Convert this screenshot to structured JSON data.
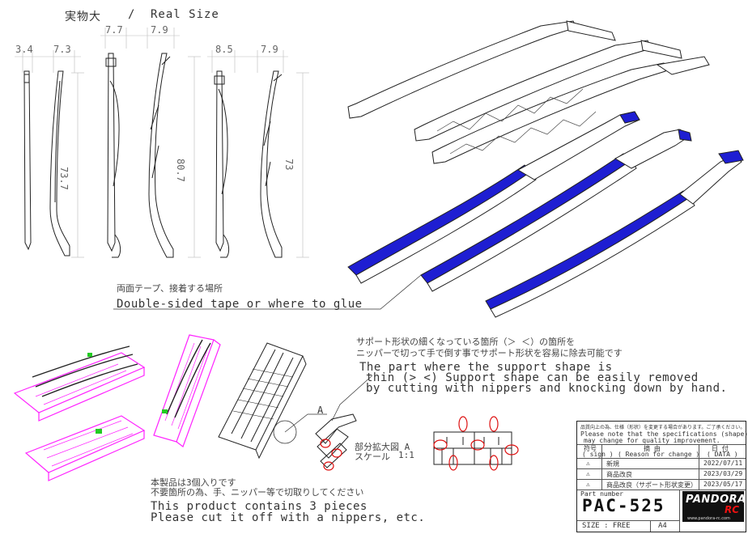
{
  "header": {
    "scale_label_jp": "実物大",
    "separator": "/",
    "scale_label_en": "Real Size"
  },
  "dimensions": {
    "top_widths": [
      "3.4",
      "7.3",
      "7.7",
      "7.9",
      "8.5",
      "7.9"
    ],
    "heights": [
      "73.7",
      "80.7",
      "73"
    ]
  },
  "tape_note": {
    "jp": "両面テープ、接着する場所",
    "en": "Double-sided tape or where to glue"
  },
  "support_note": {
    "jp_line1": "サポート形状の細くなっている箇所（＞ ＜）の箇所を",
    "jp_line2": "ニッパーで切って手で倒す事でサポート形状を容易に除去可能です",
    "en_line1": "The part where the support shape is",
    "en_line2": "thin (> <) Support shape can be easily removed",
    "en_line3": "by cutting with nippers and knocking down by hand."
  },
  "detail": {
    "marker": "A",
    "label_jp": "部分拡大図 A",
    "scale_jp": "スケール",
    "scale_value": "1:1"
  },
  "pieces_note": {
    "jp_line1": "本製品は3個入りです",
    "jp_line2": "不要箇所の為、手、ニッパー等で切取りしてください",
    "en_line1": "This product contains 3 pieces",
    "en_line2": "Please cut it off with a nippers, etc."
  },
  "title_block": {
    "notice_jp": "品質向上の為、仕様（形状）を変更する場合があります。ご了承ください。",
    "notice_en_1": "Please note that the specifications (shape)",
    "notice_en_2": "may change for quality improvement.",
    "col_sign_jp": "符号",
    "col_sign_en": "( sign )",
    "col_reason_jp": "摘 由",
    "col_reason_en": "( Reason for change )",
    "col_date_jp": "日 付",
    "col_date_en": "( DATA )",
    "revisions": [
      {
        "reason": "新規",
        "date": "2022/07/11"
      },
      {
        "reason": "商品改良",
        "date": "2023/03/29"
      },
      {
        "reason": "商品改良（サポート形状変更）",
        "date": "2023/05/17"
      }
    ],
    "part_number_label": "Part number",
    "part_number": "PAC-525",
    "size_label": "SIZE : FREE",
    "paper": "A4",
    "logo_main": "PANDORA",
    "logo_sub": "RC",
    "logo_url": "www.pandora-rc.com"
  },
  "colors": {
    "tape_blue": "#1e1ed2",
    "support_magenta": "#ff22ff",
    "support_green": "#22cc22",
    "mark_red": "#dd1111"
  }
}
